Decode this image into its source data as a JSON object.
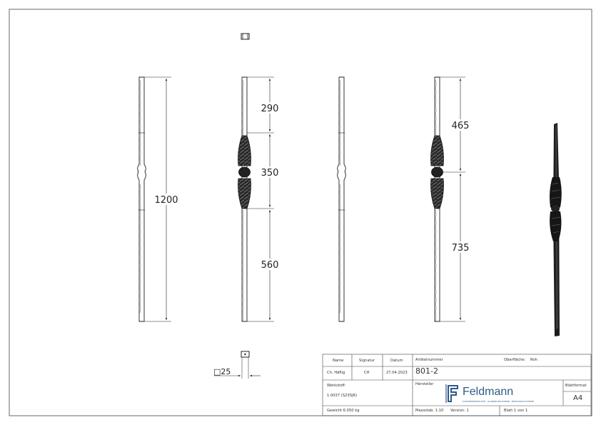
{
  "dimensions": {
    "view1_total": "1200",
    "view2_top": "290",
    "view2_mid": "350",
    "view2_bottom": "560",
    "view4_top": "465",
    "view4_bottom": "735",
    "section_size": "□25"
  },
  "title_block": {
    "h_name": "Name",
    "h_signatur": "Signatur",
    "h_datum": "Datum",
    "v_name": "Ch. Häflig",
    "v_signatur": "CH",
    "v_datum": "27.04.2023",
    "h_artikel": "Artikelnummer",
    "v_artikel": "801-2",
    "h_oberflaeche": "Oberfläche:",
    "v_oberflaeche": "Roh",
    "h_werkstoff": "Werkstoff:",
    "v_werkstoff": "1.0037 (S235JR)",
    "h_hersteller": "Hersteller",
    "brand_name": "Feldmann",
    "brand_tagline": "SCHMIEDEPRODUKTE · ALUMINIUMSYSTEME · EDELSTAHLSYSTEME",
    "h_blattformat": "Blattformat",
    "v_blattformat": "A4",
    "gewicht": "Gewicht 6.050 kg",
    "massstab": "Massstab: 1:10",
    "version": "Version: 1",
    "blatt": "Blatt 1 von 1"
  }
}
